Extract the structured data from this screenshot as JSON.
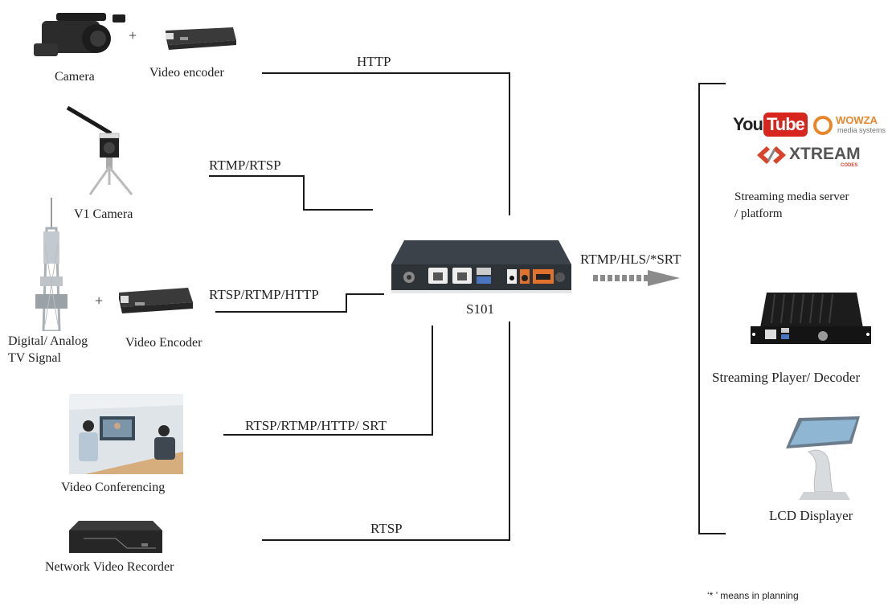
{
  "hub": {
    "label": "S101"
  },
  "sources": [
    {
      "name": "Camera",
      "secondary": "Video encoder",
      "joiner": "+",
      "protocol": "HTTP"
    },
    {
      "name": "V1 Camera",
      "protocol": "RTMP/RTSP"
    },
    {
      "name": "Digital/ Analog",
      "name_line2": "TV Signal",
      "secondary": "Video Encoder",
      "joiner": "+",
      "protocol": "RTSP/RTMP/HTTP"
    },
    {
      "name": "Video Conferencing",
      "protocol": "RTSP/RTMP/HTTP/ SRT"
    },
    {
      "name": "Network Video Recorder",
      "protocol": "RTSP"
    }
  ],
  "output": {
    "protocol": "RTMP/HLS/*SRT",
    "destinations": [
      {
        "name": "Streaming media server",
        "name_line2": "/ platform",
        "logos": {
          "youtube_you": "You",
          "youtube_tube": "Tube",
          "wowza": "WOWZA",
          "wowza_sub": "media systems",
          "xtream": "XTREAM",
          "xtream_sub": "CODES"
        }
      },
      {
        "name": "Streaming Player/ Decoder"
      },
      {
        "name": "LCD Displayer"
      }
    ]
  },
  "footnote": "‘* ’ means in planning",
  "colors": {
    "line": "#1a1a1a",
    "youtube_red": "#d7261d",
    "wowza_orange": "#e9862a",
    "xtream_red": "#d9432c",
    "device_dark": "#2e3338",
    "hdmi_orange": "#e0722d",
    "arrow_gray": "#8a8a8a"
  }
}
